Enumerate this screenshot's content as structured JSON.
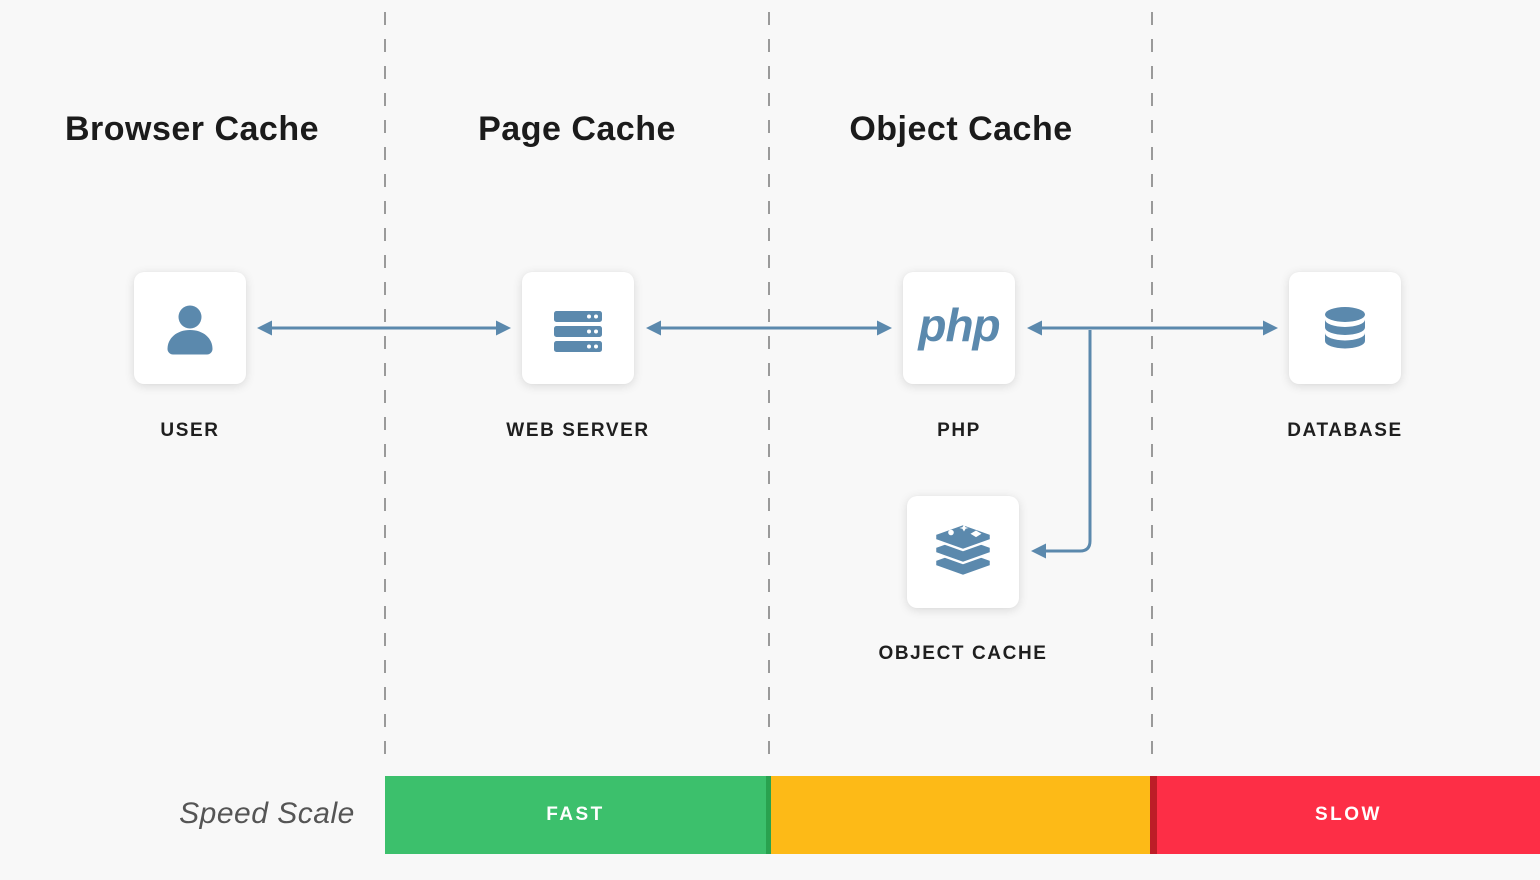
{
  "headers": [
    {
      "label": "Browser Cache"
    },
    {
      "label": "Page Cache"
    },
    {
      "label": "Object Cache"
    }
  ],
  "nodes": {
    "user": {
      "label": "USER",
      "icon": "user-icon"
    },
    "web_server": {
      "label": "WEB SERVER",
      "icon": "server-icon"
    },
    "php": {
      "label": "PHP",
      "icon": "php-logo",
      "logo_text": "php"
    },
    "database": {
      "label": "DATABASE",
      "icon": "database-icon"
    },
    "object_cache": {
      "label": "OBJECT CACHE",
      "icon": "redis-stack-icon"
    }
  },
  "connections": [
    {
      "from": "user",
      "to": "web_server",
      "style": "double-arrow"
    },
    {
      "from": "web_server",
      "to": "php",
      "style": "double-arrow"
    },
    {
      "from": "php",
      "to": "database",
      "style": "double-arrow"
    },
    {
      "from": "php-database-line",
      "to": "object_cache",
      "style": "branch-arrow"
    }
  ],
  "speed_scale": {
    "title": "Speed Scale",
    "segments": [
      {
        "label": "FAST",
        "color": "#3cc06c"
      },
      {
        "label": "",
        "color": "#fdba17"
      },
      {
        "label": "SLOW",
        "color": "#fd2e46"
      }
    ]
  },
  "colors": {
    "background": "#f8f8f8",
    "accent_blue": "#5b89ad",
    "dashed_line": "#9a9a9a",
    "green": "#3cc06c",
    "green_dark": "#29a24f",
    "orange": "#fdba17",
    "red": "#fd2e46",
    "red_dark": "#bd1d27",
    "label_text": "#1f1f1f",
    "speed_title_text": "#555555"
  }
}
